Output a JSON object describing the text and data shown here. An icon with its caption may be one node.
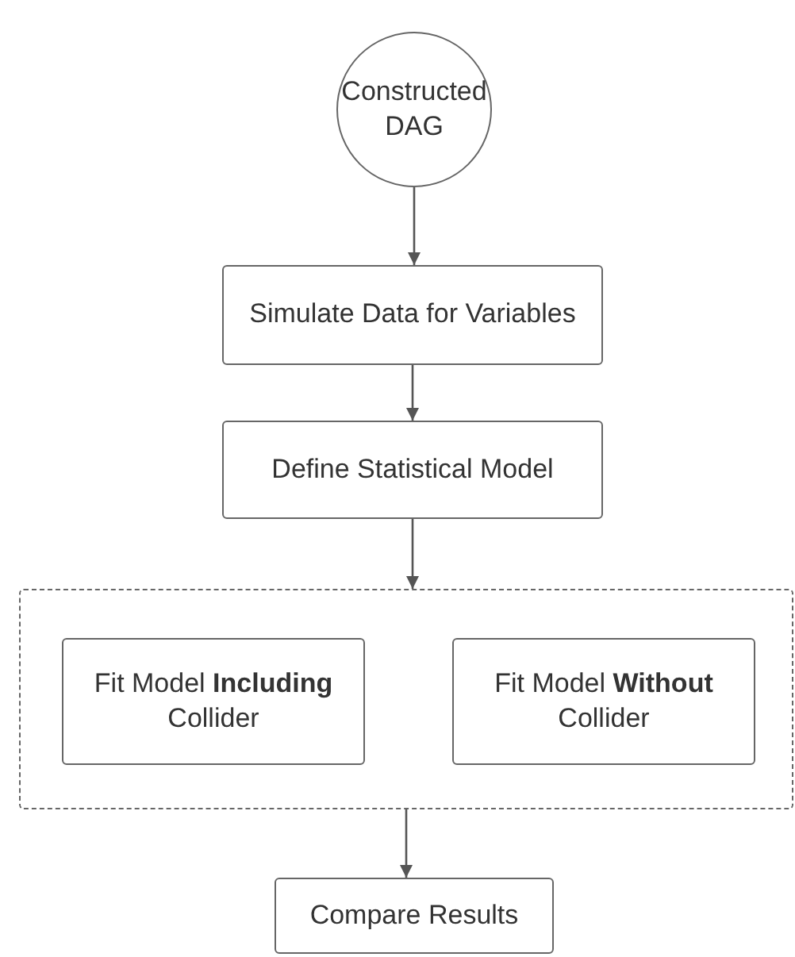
{
  "diagram": {
    "nodes": [
      {
        "text": [
          "Constructed DAG"
        ]
      },
      {
        "text": [
          "Simulate Data for Variables"
        ]
      },
      {
        "text": [
          "Define Statistical Model"
        ]
      },
      {
        "text": [],
        "shape": "box"
      },
      {
        "text": [
          "Fit Model **Including** Collider"
        ],
        "in": 3
      },
      {
        "text": [
          "Fit Model **Without** Collider"
        ],
        "in": 3
      },
      {
        "text": [
          "Compare Results"
        ]
      }
    ],
    "edges": [
      {
        "from": 0,
        "to": 1,
        "arrow": "to"
      },
      {
        "from": 1,
        "to": 2,
        "arrow": "to"
      },
      {
        "from": 2,
        "to": 3,
        "arrow": "to"
      },
      {
        "from": 3,
        "to": 6,
        "arrow": "to"
      }
    ]
  }
}
